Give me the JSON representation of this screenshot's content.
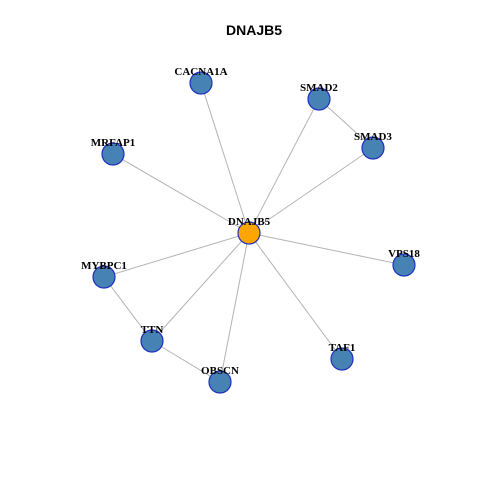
{
  "title": "DNAJB5",
  "colors": {
    "center_node": "#ffa500",
    "node": "#4682b4",
    "node_border": "#1f2fbf",
    "edge": "#b3b3b3"
  },
  "nodes": [
    {
      "id": "DNAJB5",
      "label": "DNAJB5",
      "role": "center"
    },
    {
      "id": "CACNA1A",
      "label": "CACNA1A",
      "role": "neighbor"
    },
    {
      "id": "SMAD2",
      "label": "SMAD2",
      "role": "neighbor"
    },
    {
      "id": "SMAD3",
      "label": "SMAD3",
      "role": "neighbor"
    },
    {
      "id": "MRFAP1",
      "label": "MRFAP1",
      "role": "neighbor"
    },
    {
      "id": "VPS18",
      "label": "VPS18",
      "role": "neighbor"
    },
    {
      "id": "MYBPC1",
      "label": "MYBPC1",
      "role": "neighbor"
    },
    {
      "id": "TTN",
      "label": "TTN",
      "role": "neighbor"
    },
    {
      "id": "TAF1",
      "label": "TAF1",
      "role": "neighbor"
    },
    {
      "id": "OBSCN",
      "label": "OBSCN",
      "role": "neighbor"
    }
  ],
  "edges": [
    [
      "DNAJB5",
      "CACNA1A"
    ],
    [
      "DNAJB5",
      "SMAD2"
    ],
    [
      "DNAJB5",
      "SMAD3"
    ],
    [
      "DNAJB5",
      "MRFAP1"
    ],
    [
      "DNAJB5",
      "VPS18"
    ],
    [
      "DNAJB5",
      "MYBPC1"
    ],
    [
      "DNAJB5",
      "TTN"
    ],
    [
      "DNAJB5",
      "TAF1"
    ],
    [
      "DNAJB5",
      "OBSCN"
    ],
    [
      "SMAD2",
      "SMAD3"
    ],
    [
      "MYBPC1",
      "TTN"
    ],
    [
      "TTN",
      "OBSCN"
    ]
  ]
}
